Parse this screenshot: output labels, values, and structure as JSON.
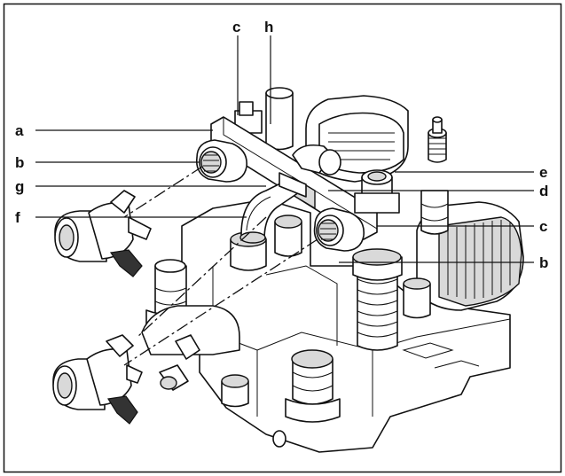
{
  "labels": {
    "a": "a",
    "b_left": "b",
    "g": "g",
    "f": "f",
    "c_top": "c",
    "h": "h",
    "e": "e",
    "d": "d",
    "c_right": "c",
    "b_right": "b"
  }
}
